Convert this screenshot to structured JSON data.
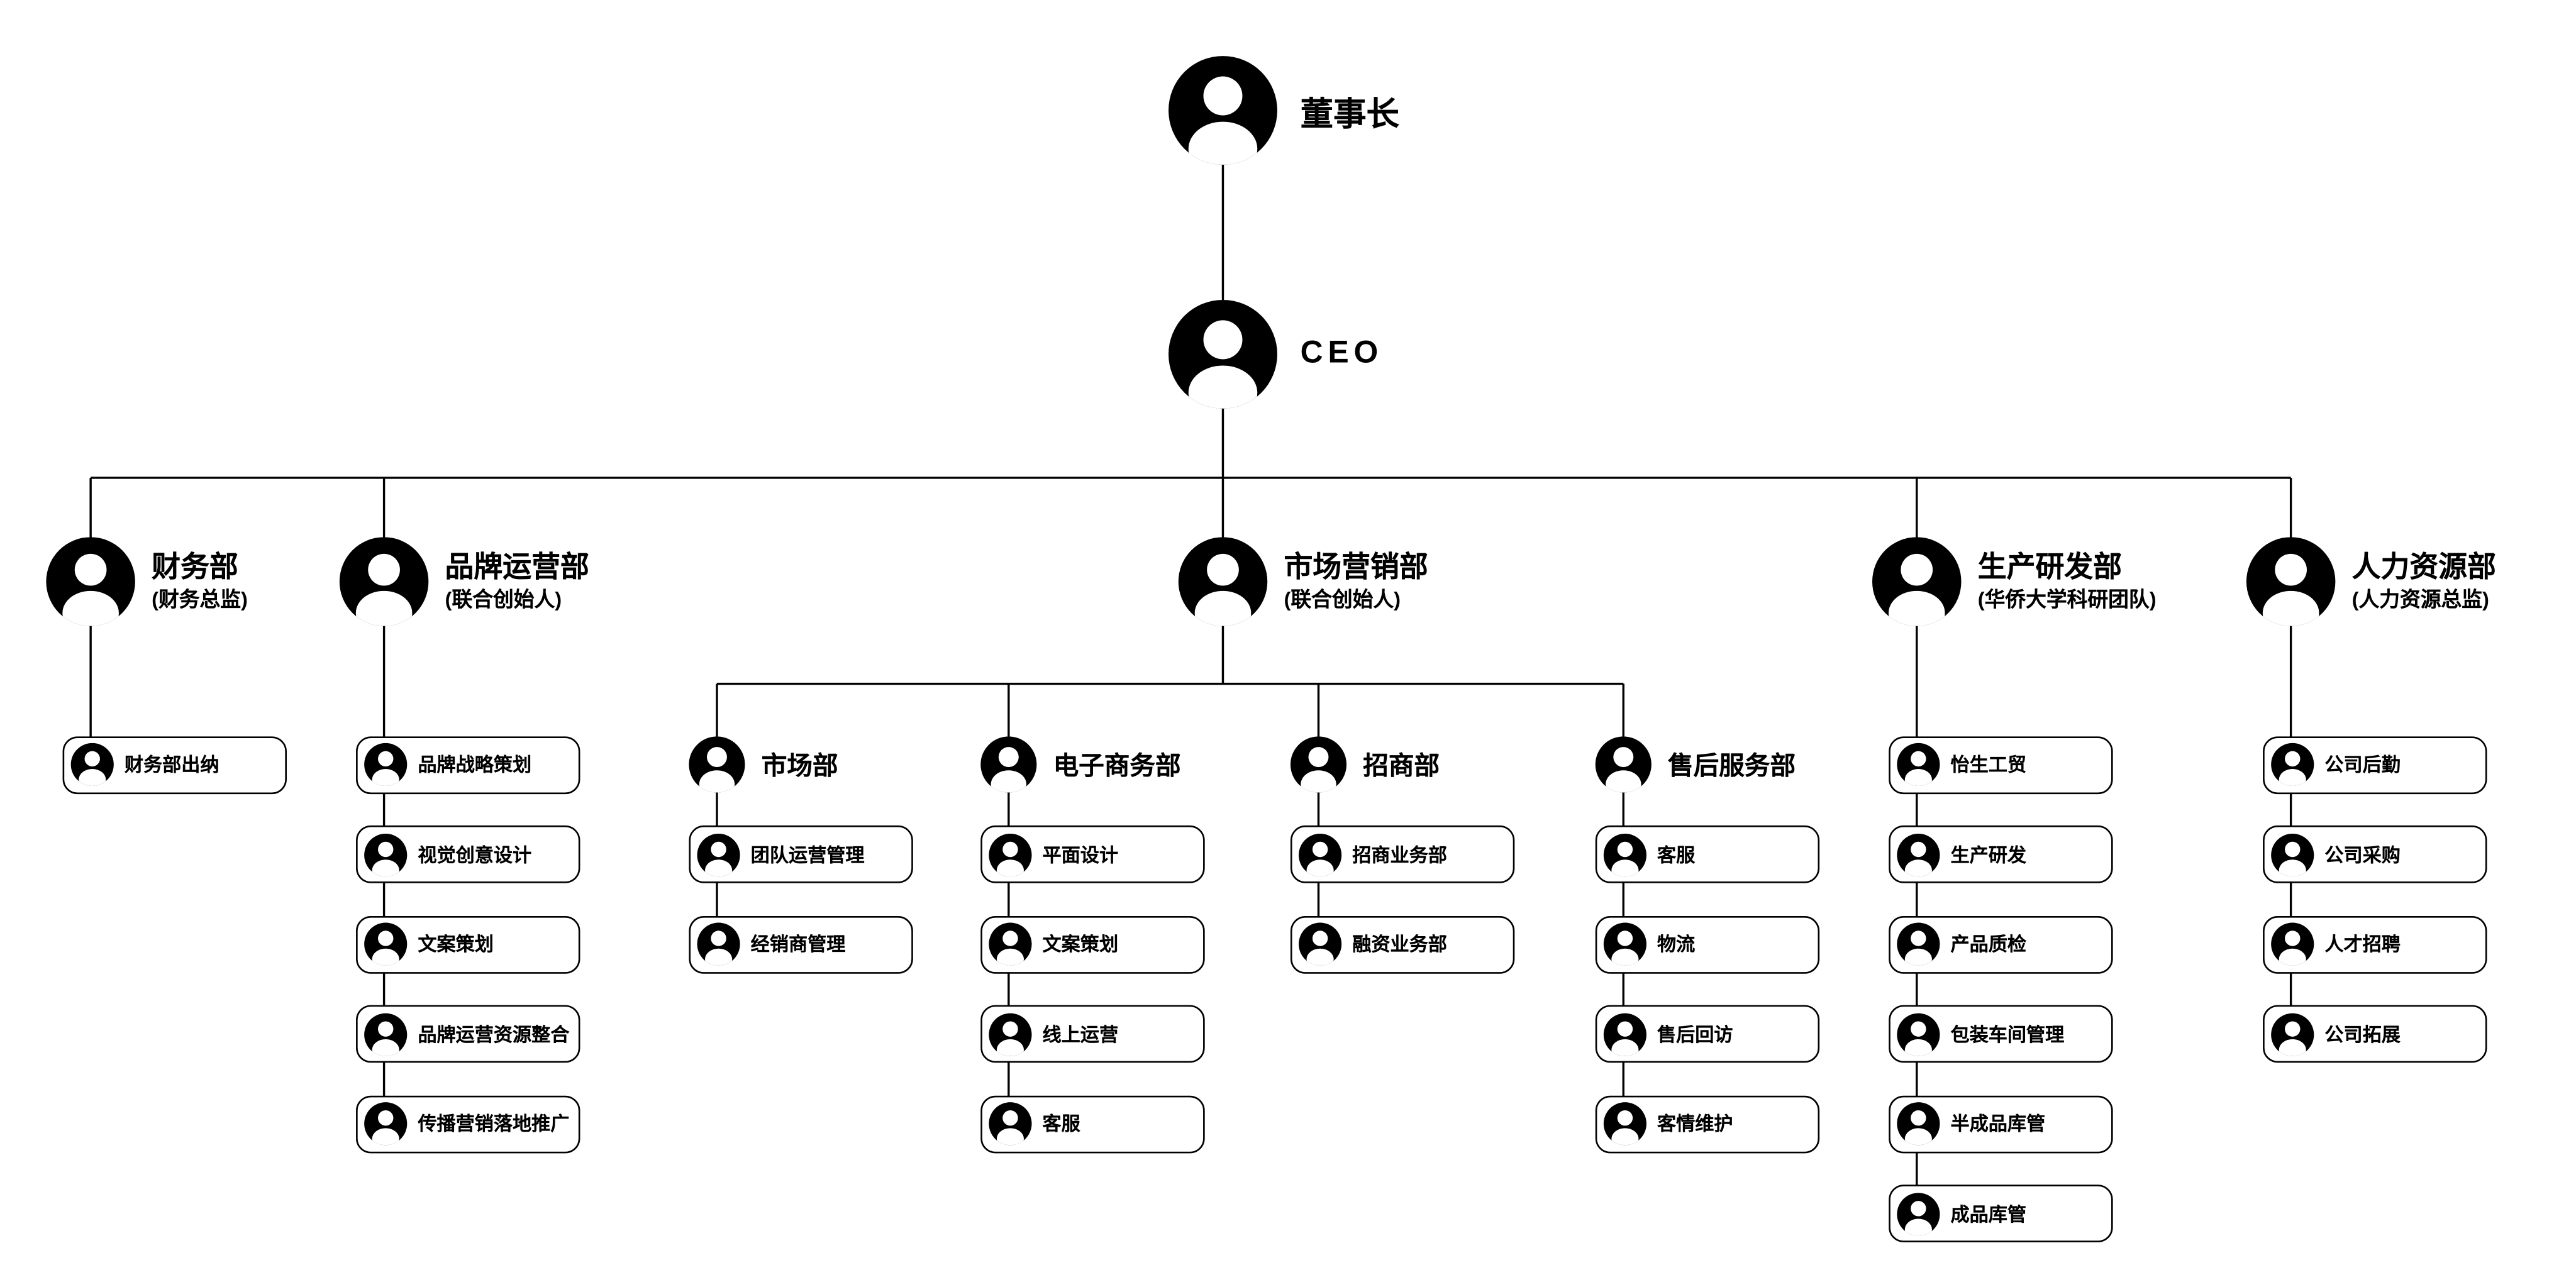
{
  "org_chart": {
    "root": {
      "label": "董事长"
    },
    "ceo": {
      "label": "CEO"
    },
    "departments": [
      {
        "label": "财务部",
        "sublabel": "(财务总监)",
        "members": [
          "财务部出纳"
        ]
      },
      {
        "label": "品牌运营部",
        "sublabel": "(联合创始人)",
        "members": [
          "品牌战略策划",
          "视觉创意设计",
          "文案策划",
          "品牌运营资源整合",
          "传播营销落地推广"
        ]
      },
      {
        "label": "市场营销部",
        "sublabel": "(联合创始人)",
        "subdepartments": [
          {
            "label": "市场部",
            "members": [
              "团队运营管理",
              "经销商管理"
            ]
          },
          {
            "label": "电子商务部",
            "members": [
              "平面设计",
              "文案策划",
              "线上运营",
              "客服"
            ]
          },
          {
            "label": "招商部",
            "members": [
              "招商业务部",
              "融资业务部"
            ]
          },
          {
            "label": "售后服务部",
            "members": [
              "客服",
              "物流",
              "售后回访",
              "客情维护"
            ]
          }
        ]
      },
      {
        "label": "生产研发部",
        "sublabel": "(华侨大学科研团队)",
        "members": [
          "怡生工贸",
          "生产研发",
          "产品质检",
          "包装车间管理",
          "半成品库管",
          "成品库管"
        ]
      },
      {
        "label": "人力资源部",
        "sublabel": "(人力资源总监)",
        "members": [
          "公司后勤",
          "公司采购",
          "人才招聘",
          "公司拓展"
        ]
      }
    ],
    "colors": {
      "background": "#ffffff",
      "node_fill": "#000000",
      "line": "#000000",
      "box_border": "#000000"
    }
  }
}
